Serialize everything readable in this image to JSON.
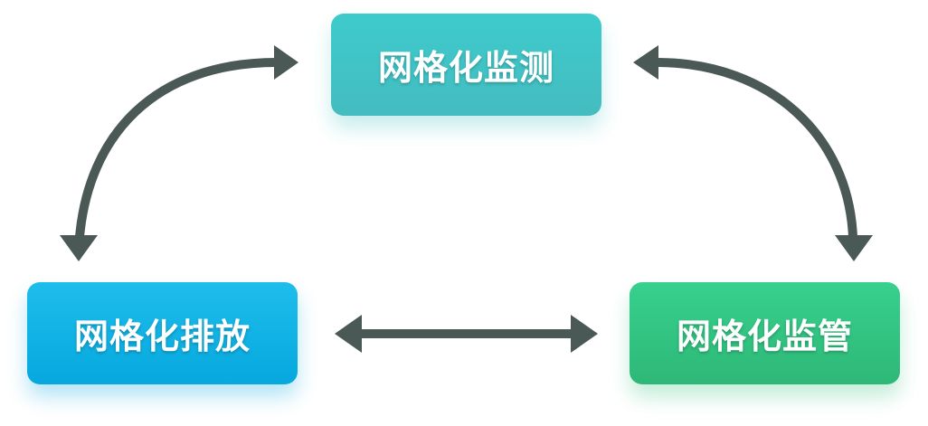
{
  "diagram": {
    "nodes": {
      "monitor": {
        "label": "网格化监测",
        "color": "#3ecbcc"
      },
      "emission": {
        "label": "网格化排放",
        "color": "#12b3e6"
      },
      "supervision": {
        "label": "网格化监管",
        "color": "#34c584"
      }
    },
    "edges": [
      {
        "from": "monitor",
        "to": "emission",
        "style": "curved-bidirectional"
      },
      {
        "from": "monitor",
        "to": "supervision",
        "style": "curved-bidirectional"
      },
      {
        "from": "emission",
        "to": "supervision",
        "style": "straight-bidirectional"
      }
    ],
    "arrow_color": "#4a5856"
  }
}
